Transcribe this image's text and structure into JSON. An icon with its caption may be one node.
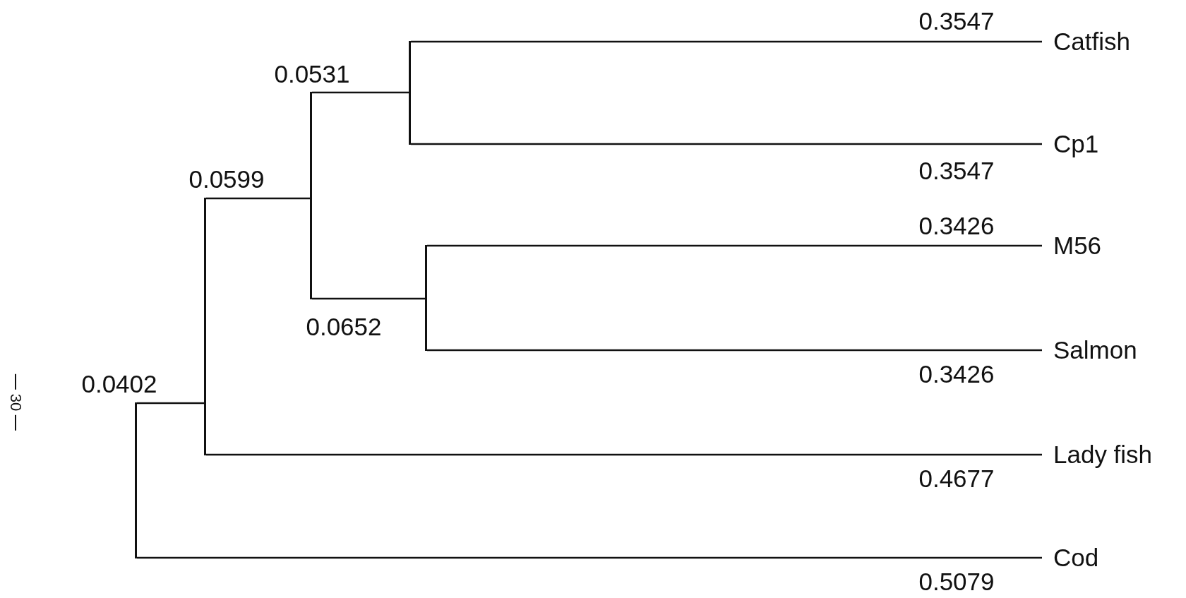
{
  "diagram": {
    "nodes": [
      {
        "text": [],
        "shape": "bar"
      },
      {
        "text": [],
        "shape": "bar"
      },
      {
        "text": [],
        "shape": "bar"
      },
      {
        "text": [],
        "shape": "bar"
      },
      {
        "text": [],
        "shape": "bar"
      },
      {
        "text": [
          "Catfish"
        ]
      },
      {
        "text": [
          "Cp1"
        ]
      },
      {
        "text": [
          "M56"
        ]
      },
      {
        "text": [
          "Salmon"
        ]
      },
      {
        "text": [
          "Lady fish"
        ]
      },
      {
        "text": [
          "Cod"
        ]
      }
    ],
    "edges": [
      {
        "from": 0,
        "to": 1,
        "arrow": "none",
        "label": "0.0402"
      },
      {
        "from": 0,
        "to": 10,
        "arrow": "none",
        "label": "0.5079"
      },
      {
        "from": 1,
        "to": 2,
        "arrow": "none",
        "label": "0.0599"
      },
      {
        "from": 1,
        "to": 9,
        "arrow": "none",
        "label": "0.4677"
      },
      {
        "from": 2,
        "to": 3,
        "arrow": "none",
        "label": "0.0531"
      },
      {
        "from": 2,
        "to": 4,
        "arrow": "none",
        "label": "0.0652"
      },
      {
        "from": 3,
        "to": 5,
        "arrow": "none",
        "label": "0.3547"
      },
      {
        "from": 3,
        "to": 6,
        "arrow": "none",
        "label": "0.3547"
      },
      {
        "from": 4,
        "to": 7,
        "arrow": "none",
        "label": "0.3426"
      },
      {
        "from": 4,
        "to": 8,
        "arrow": "none",
        "label": "0.3426"
      }
    ],
    "labels": [
      "30"
    ]
  }
}
